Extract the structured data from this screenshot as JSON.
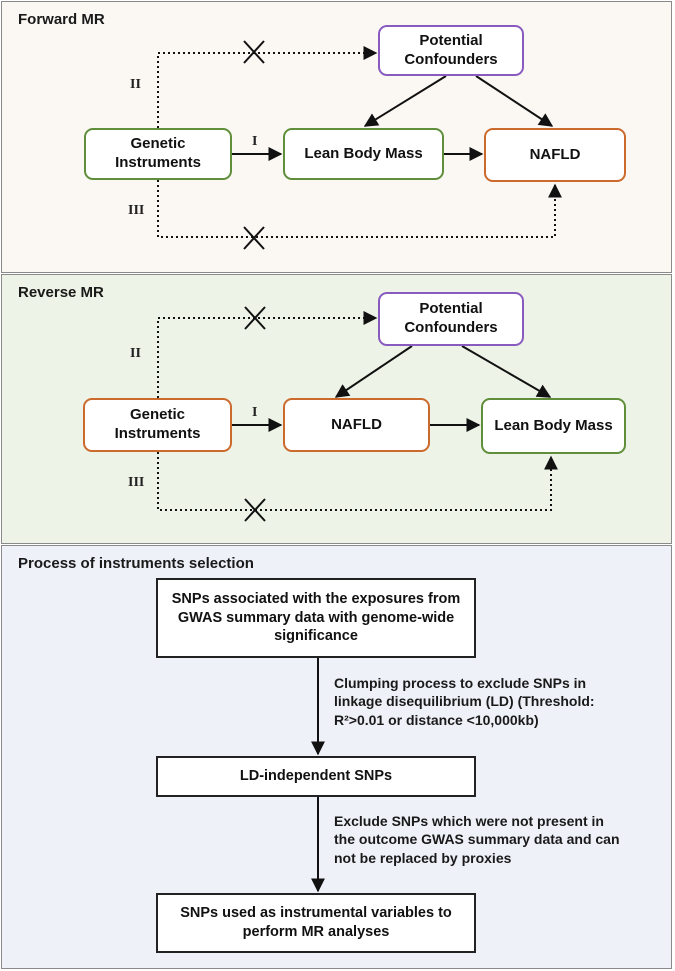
{
  "forward": {
    "title": "Forward MR",
    "boxes": {
      "instruments": "Genetic\nInstruments",
      "exposure": "Lean Body Mass",
      "outcome": "NAFLD",
      "confounders": "Potential\nConfounders"
    },
    "paths": {
      "I": "I",
      "II": "II",
      "III": "III"
    }
  },
  "reverse": {
    "title": "Reverse MR",
    "boxes": {
      "instruments": "Genetic\nInstruments",
      "exposure": "NAFLD",
      "outcome": "Lean Body Mass",
      "confounders": "Potential\nConfounders"
    },
    "paths": {
      "I": "I",
      "II": "II",
      "III": "III"
    }
  },
  "process": {
    "title": "Process of instruments selection",
    "step1": "SNPs associated with the exposures from GWAS summary data with genome-wide significance",
    "note1": "Clumping process to exclude SNPs in linkage disequilibrium (LD) (Threshold: R²>0.01 or distance <10,000kb)",
    "step2": "LD-independent SNPs",
    "note2": "Exclude SNPs which were not present in the outcome GWAS summary data and can not be replaced by proxies",
    "step3": "SNPs used as instrumental variables to perform MR analyses"
  },
  "colors": {
    "green_border": "#5f8f3a",
    "orange_border": "#cc6a2e",
    "purple_border": "#8a5bbf",
    "forward_bg": "#fbf8f3",
    "reverse_bg": "#eef3e8",
    "process_bg": "#eef1f8"
  }
}
